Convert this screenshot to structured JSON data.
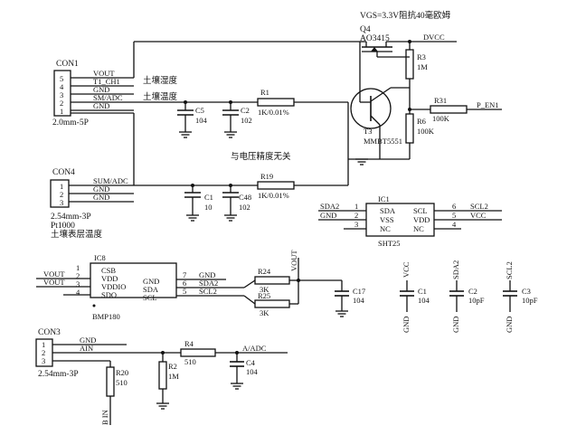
{
  "annotations": {
    "vgs_note": "VGS=3.3V阻抗40毫欧姆",
    "soil_humidity": "土壤湿度",
    "soil_temp": "土壤温度",
    "voltage_note": "与电压精度无关",
    "pt1000": "Pt1000",
    "surface_temp": "土壤表层温度"
  },
  "con1": {
    "ref": "CON1",
    "footprint": "2.0mm-5P",
    "pins": [
      "5",
      "4",
      "3",
      "2",
      "1"
    ],
    "nets": [
      "VOUT",
      "T1_CH1",
      "GND",
      "SM/ADC",
      "GND"
    ]
  },
  "con4": {
    "ref": "CON4",
    "footprint": "2.54mm-3P",
    "pins": [
      "1",
      "2",
      "3"
    ],
    "nets": [
      "SUM/ADC",
      "GND",
      "GND"
    ]
  },
  "con3": {
    "ref": "CON3",
    "footprint": "2.54mm-3P",
    "pins": [
      "1",
      "2",
      "3"
    ],
    "nets": [
      "GND",
      "AIN"
    ]
  },
  "q4": {
    "ref": "Q4",
    "part": "AO3415",
    "net": "DVCC"
  },
  "t3": {
    "ref": "T3",
    "part": "MMBT5551"
  },
  "resistors": {
    "r3": {
      "ref": "R3",
      "value": "1M"
    },
    "r31": {
      "ref": "R31",
      "value": "100K",
      "net": "P_EN1"
    },
    "r6": {
      "ref": "R6",
      "value": "100K"
    },
    "r1": {
      "ref": "R1",
      "value": "1K/0.01%"
    },
    "r19": {
      "ref": "R19",
      "value": "1K/0.01%"
    },
    "r24": {
      "ref": "R24",
      "value": "3K"
    },
    "r25": {
      "ref": "R25",
      "value": "3K"
    },
    "r4": {
      "ref": "R4",
      "value": "510"
    },
    "r2": {
      "ref": "R2",
      "value": "1M"
    },
    "r20": {
      "ref": "R20",
      "value": "510"
    }
  },
  "capacitors": {
    "c5": {
      "ref": "C5",
      "value": "104"
    },
    "c2": {
      "ref": "C2",
      "value": "102"
    },
    "c1": {
      "ref": "C1",
      "value": "10"
    },
    "c48": {
      "ref": "C48",
      "value": "102"
    },
    "c17": {
      "ref": "C17",
      "value": "104"
    },
    "c4": {
      "ref": "C4",
      "value": "104"
    },
    "c1b": {
      "ref": "C1",
      "value": "104",
      "net_top": "VCC",
      "net_bot": "GND"
    },
    "c2b": {
      "ref": "C2",
      "value": "10pF",
      "net_top": "SDA2",
      "net_bot": "GND"
    },
    "c3": {
      "ref": "C3",
      "value": "10pF",
      "net_top": "SCL2",
      "net_bot": "GND"
    }
  },
  "ic1": {
    "ref": "IC1",
    "part": "SHT25",
    "left_pins": [
      {
        "num": "1",
        "name": "SDA",
        "net": "SDA2"
      },
      {
        "num": "2",
        "name": "VSS",
        "net": "GND"
      },
      {
        "num": "3",
        "name": "NC",
        "net": ""
      }
    ],
    "right_pins": [
      {
        "num": "6",
        "name": "SCL",
        "net": "SCL2"
      },
      {
        "num": "5",
        "name": "VDD",
        "net": "VCC"
      },
      {
        "num": "4",
        "name": "NC",
        "net": ""
      }
    ]
  },
  "ic8": {
    "ref": "IC8",
    "part": "BMP180",
    "left_pins": [
      {
        "num": "1",
        "name": "CSB",
        "net": ""
      },
      {
        "num": "2",
        "name": "VDD",
        "net": "VOUT"
      },
      {
        "num": "3",
        "name": "VDDIO",
        "net": "VOUT"
      },
      {
        "num": "4",
        "name": "SDO",
        "net": ""
      }
    ],
    "right_pins": [
      {
        "num": "7",
        "name": "GND",
        "net": "GND"
      },
      {
        "num": "6",
        "name": "SDA",
        "net": "SDA2"
      },
      {
        "num": "5",
        "name": "SCL",
        "net": "SCL2"
      }
    ]
  },
  "nets": {
    "vout_top": "VOUT",
    "a_adc": "A/ADC",
    "b_in": "B IN"
  }
}
